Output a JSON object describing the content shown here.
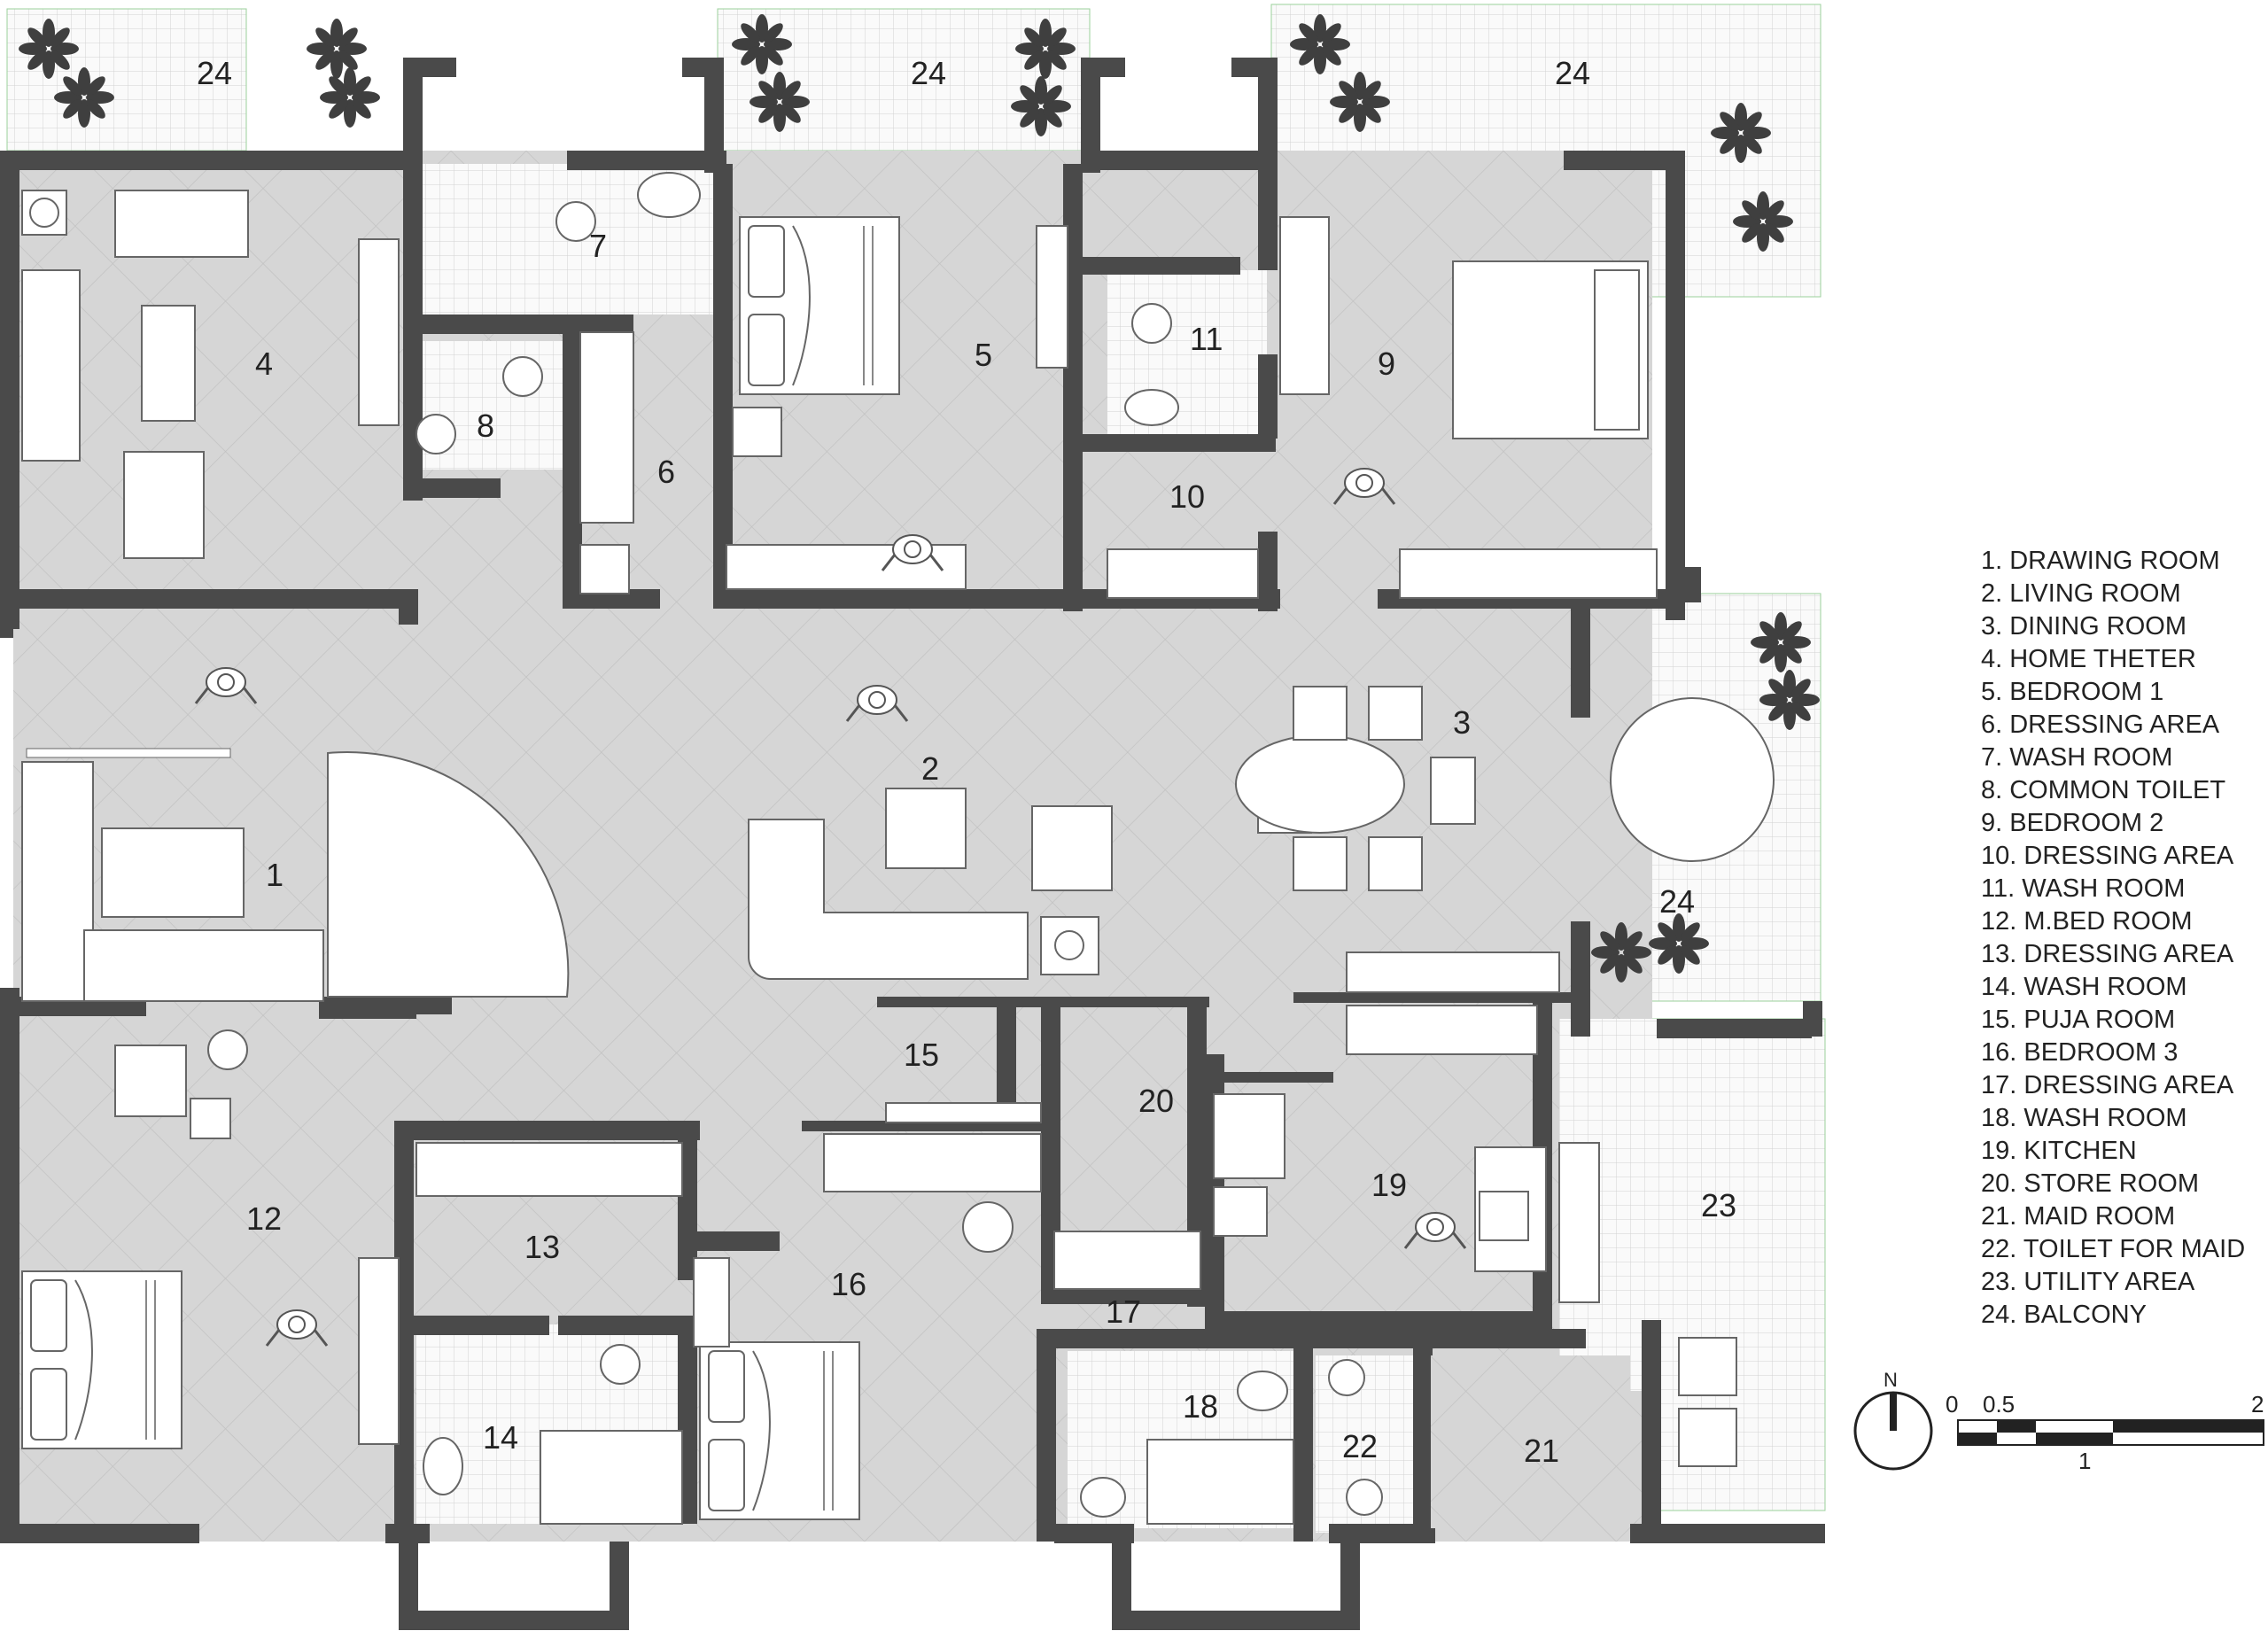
{
  "room_labels": {
    "r1": "1",
    "r2": "2",
    "r3": "3",
    "r4": "4",
    "r5": "5",
    "r6": "6",
    "r7": "7",
    "r8": "8",
    "r9": "9",
    "r10": "10",
    "r11": "11",
    "r12": "12",
    "r13": "13",
    "r14": "14",
    "r15": "15",
    "r16": "16",
    "r17": "17",
    "r18": "18",
    "r19": "19",
    "r20": "20",
    "r21": "21",
    "r22": "22",
    "r23": "23",
    "r24a": "24",
    "r24b": "24",
    "r24c": "24",
    "r24d": "24"
  },
  "legend": [
    "1. DRAWING ROOM",
    "2. LIVING ROOM",
    "3. DINING ROOM",
    "4. HOME THETER",
    "5. BEDROOM 1",
    "6. DRESSING AREA",
    "7. WASH ROOM",
    "8. COMMON TOILET",
    "9. BEDROOM 2",
    "10. DRESSING AREA",
    "11. WASH ROOM",
    "12. M.BED ROOM",
    "13. DRESSING AREA",
    "14. WASH ROOM",
    "15. PUJA ROOM",
    "16. BEDROOM 3",
    "17. DRESSING AREA",
    "18. WASH ROOM",
    "19. KITCHEN",
    "20. STORE ROOM",
    "21. MAID ROOM",
    "22. TOILET FOR MAID",
    "23. UTILITY AREA",
    "24. BALCONY"
  ],
  "north_arrow": {
    "label": "N"
  },
  "scale_bar": {
    "tick_0": "0",
    "tick_05": "0.5",
    "tick_1": "1",
    "tick_2": "2"
  },
  "colors": {
    "wall": "#4a4a4a",
    "floor": "#d4d4d4",
    "tile": "#f5f5f5",
    "plant": "#3f3f3f"
  }
}
